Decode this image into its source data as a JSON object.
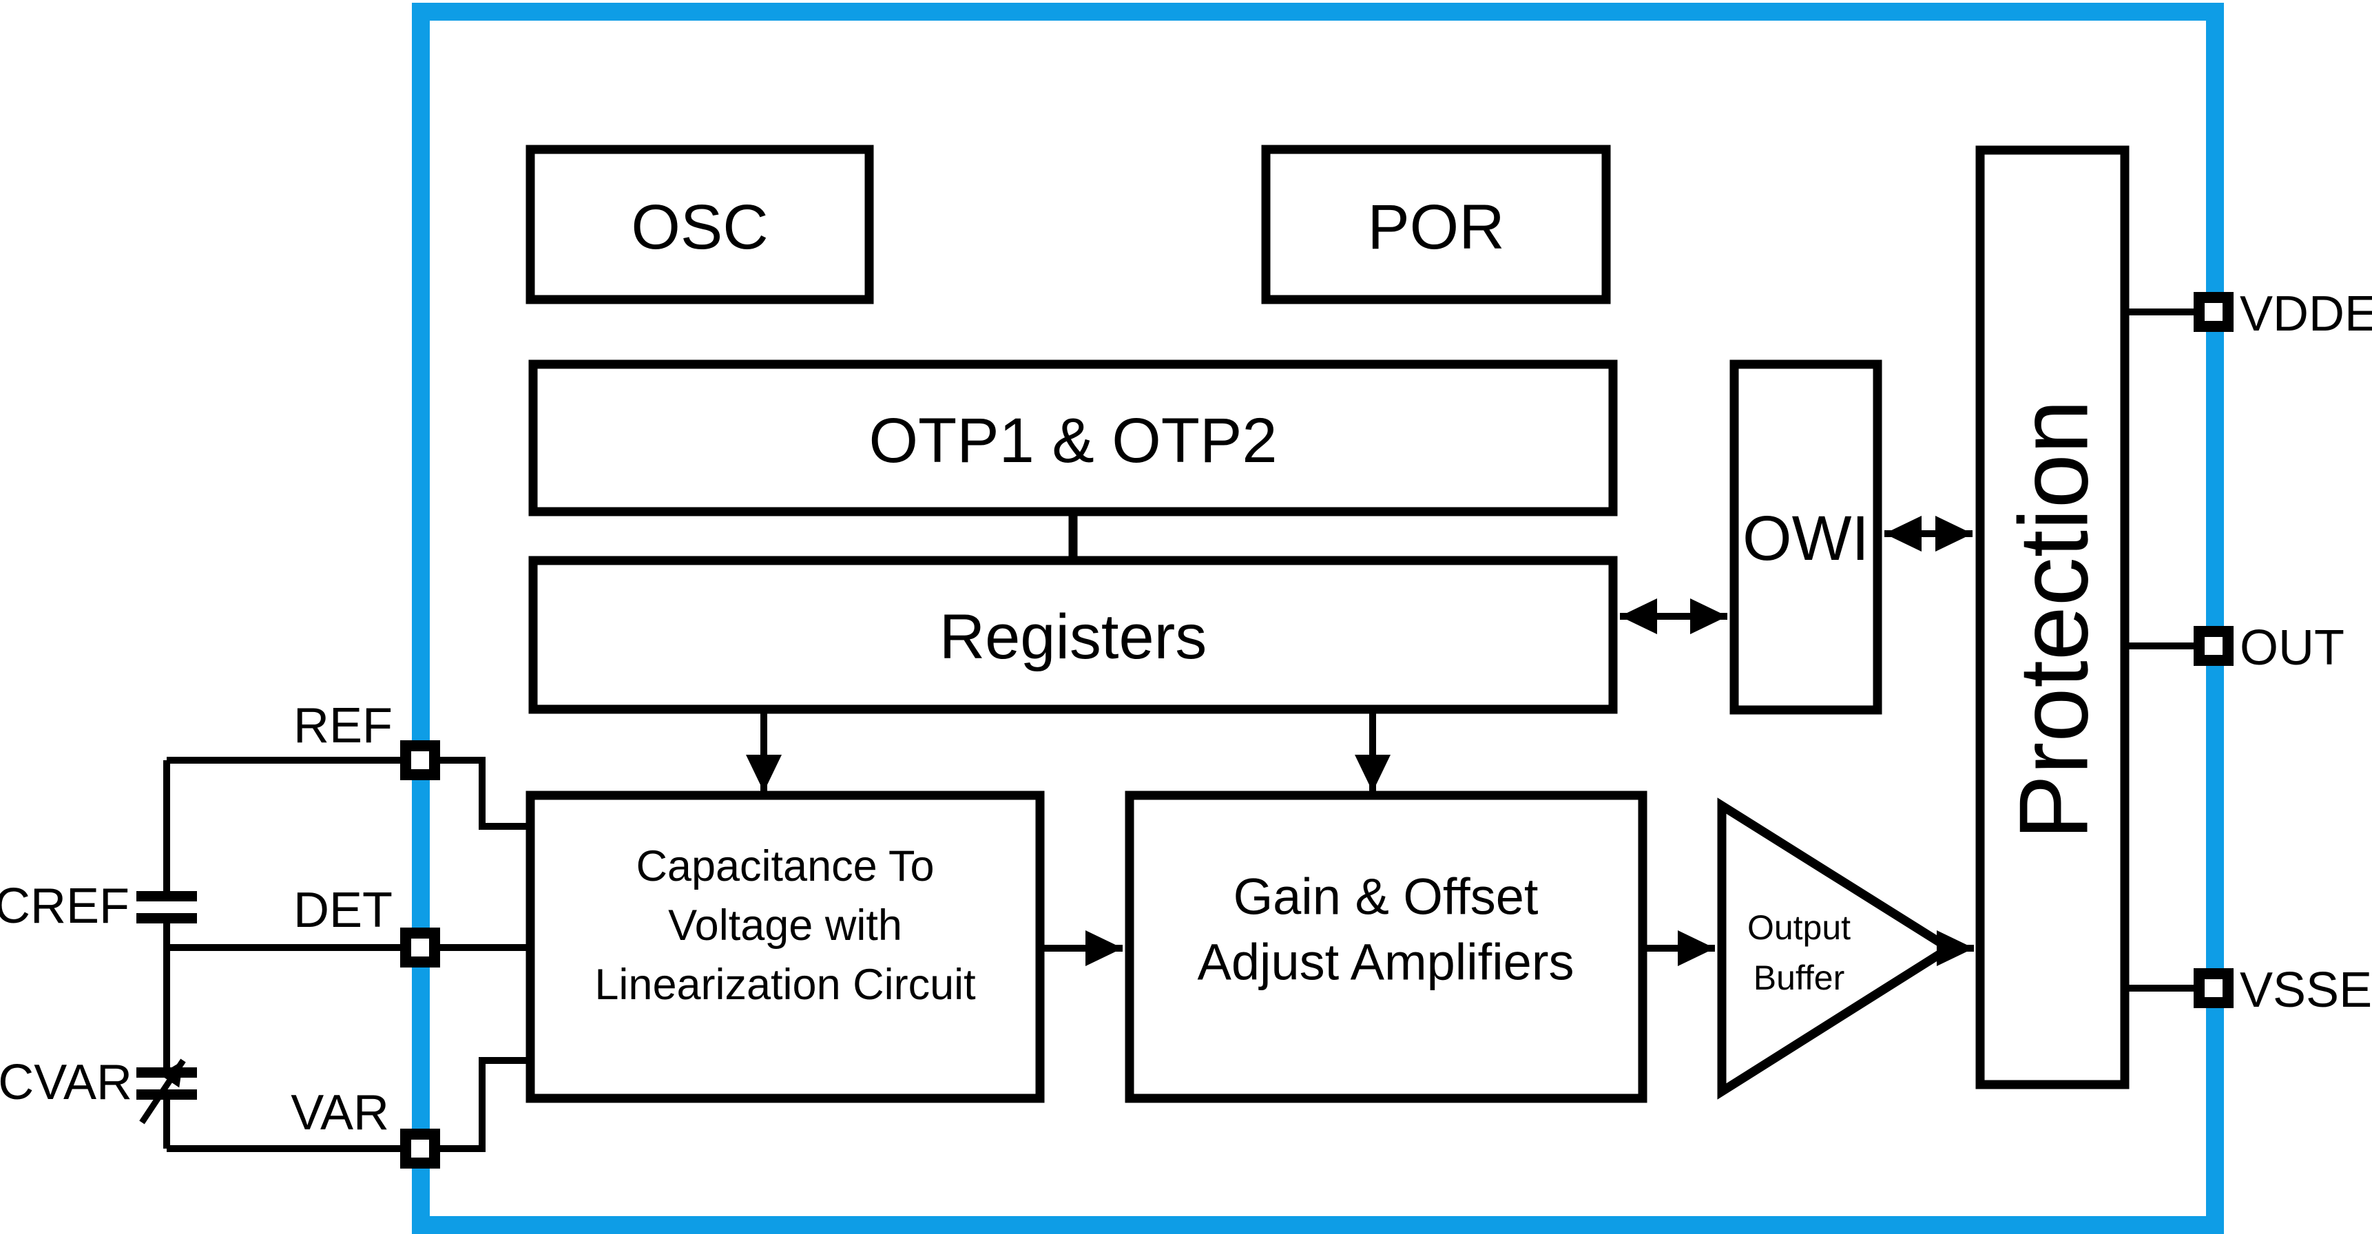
{
  "chip": {
    "colors": {
      "frame": "#0E9DE6",
      "stroke": "#000000",
      "background": "#FFFFFF"
    },
    "blocks": {
      "osc": {
        "label": "OSC"
      },
      "por": {
        "label": "POR"
      },
      "otp": {
        "label": "OTP1 & OTP2"
      },
      "registers": {
        "label": "Registers"
      },
      "owi": {
        "label": "OWI"
      },
      "protection": {
        "label": "Protection"
      },
      "c2v": {
        "line1": "Capacitance To",
        "line2": "Voltage with",
        "line3": "Linearization Circuit"
      },
      "gain": {
        "line1": "Gain & Offset",
        "line2": "Adjust Amplifiers"
      },
      "output_buffer": {
        "line1": "Output",
        "line2": "Buffer"
      }
    },
    "pins": {
      "left": [
        {
          "name": "REF"
        },
        {
          "name": "DET"
        },
        {
          "name": "VAR"
        }
      ],
      "right": [
        {
          "name": "VDDE"
        },
        {
          "name": "OUT"
        },
        {
          "name": "VSSE"
        }
      ]
    },
    "external_components": {
      "cref": {
        "label": "CREF"
      },
      "cvar": {
        "label": "CVAR"
      }
    }
  }
}
